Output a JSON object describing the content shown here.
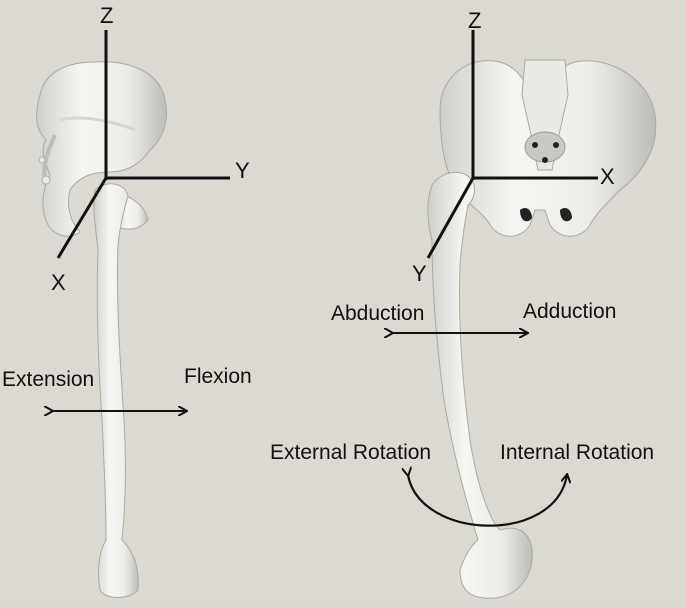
{
  "left_view": {
    "axes": {
      "z": "Z",
      "y": "Y",
      "x": "X"
    },
    "motion": {
      "extension": "Extension",
      "flexion": "Flexion"
    }
  },
  "right_view": {
    "axes": {
      "z": "Z",
      "x": "X",
      "y": "Y"
    },
    "motion": {
      "abduction": "Abduction",
      "adduction": "Adduction",
      "external_rotation": "External Rotation",
      "internal_rotation": "Internal Rotation"
    }
  },
  "colors": {
    "background": "#dcd9d1",
    "bone": "#f2f2ef",
    "bone_shadow": "#b9b9b4",
    "ink": "#111111"
  }
}
